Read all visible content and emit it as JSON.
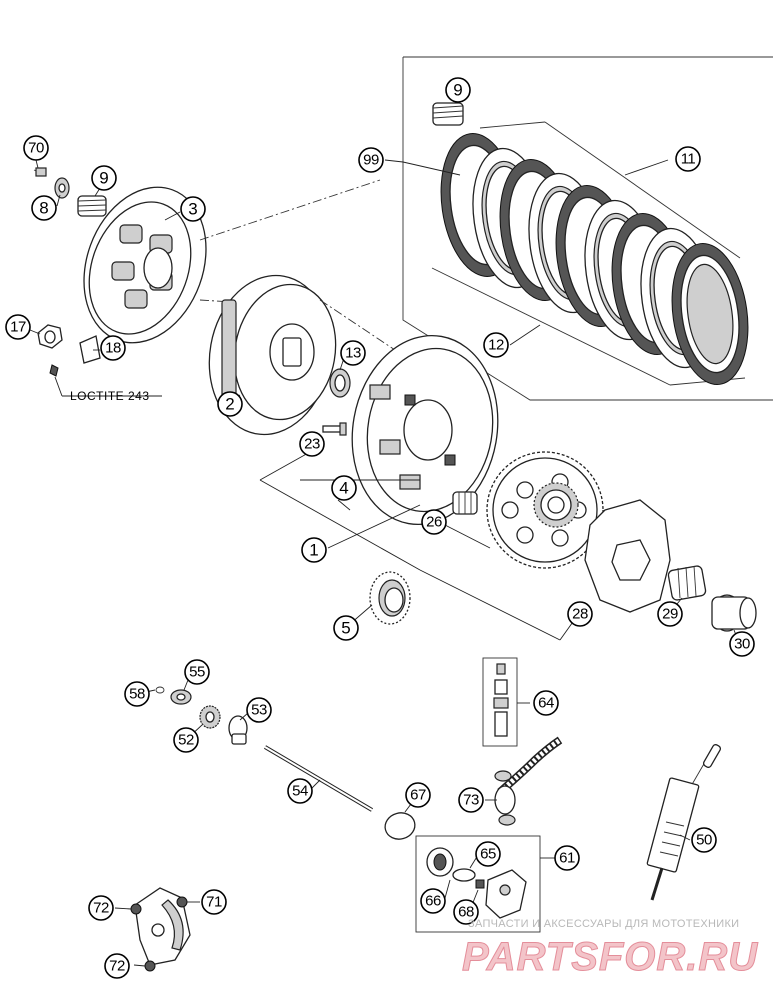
{
  "callouts": {
    "c1": "1",
    "c2": "2",
    "c3": "3",
    "c4": "4",
    "c5": "5",
    "c8": "8",
    "c9a": "9",
    "c9b": "9",
    "c11": "11",
    "c12": "12",
    "c13": "13",
    "c17": "17",
    "c18": "18",
    "c23": "23",
    "c26": "26",
    "c28": "28",
    "c29": "29",
    "c30": "30",
    "c50": "50",
    "c52": "52",
    "c53": "53",
    "c54": "54",
    "c55": "55",
    "c58": "58",
    "c61": "61",
    "c64": "64",
    "c65": "65",
    "c66": "66",
    "c67": "67",
    "c68": "68",
    "c70": "70",
    "c71": "71",
    "c72a": "72",
    "c72b": "72",
    "c73": "73",
    "c99": "99"
  },
  "labels": {
    "loctite": "LOCTITE 243"
  },
  "watermark": {
    "tagline": "ЗАПЧАСТИ И АКСЕССУАРЫ ДЛЯ МОТОТЕХНИКИ",
    "brand": "PARTSFOR.RU"
  }
}
